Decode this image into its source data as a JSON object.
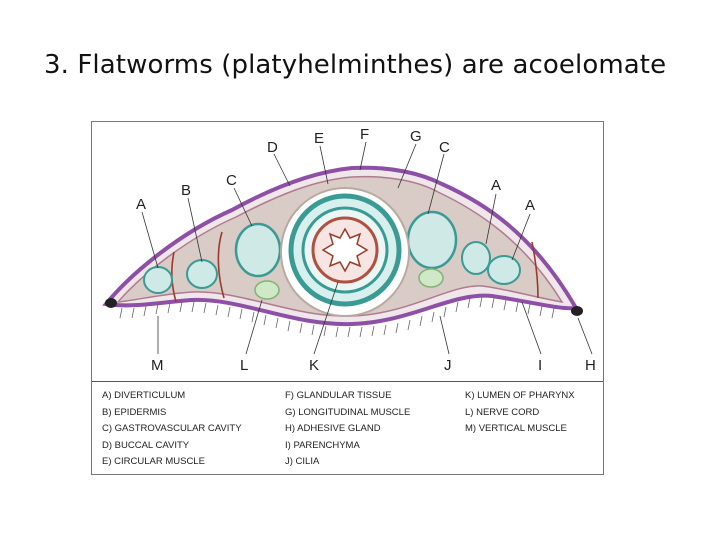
{
  "title": "3.  Flatworms (platyhelminthes) are acoelomate",
  "diagram": {
    "top_labels": [
      {
        "id": "A1",
        "text": "A"
      },
      {
        "id": "B",
        "text": "B"
      },
      {
        "id": "C1",
        "text": "C"
      },
      {
        "id": "D",
        "text": "D"
      },
      {
        "id": "E",
        "text": "E"
      },
      {
        "id": "F",
        "text": "F"
      },
      {
        "id": "G",
        "text": "G"
      },
      {
        "id": "C2",
        "text": "C"
      },
      {
        "id": "A2",
        "text": "A"
      },
      {
        "id": "A3",
        "text": "A"
      }
    ],
    "bottom_labels": [
      {
        "id": "M",
        "text": "M"
      },
      {
        "id": "L",
        "text": "L"
      },
      {
        "id": "K",
        "text": "K"
      },
      {
        "id": "J",
        "text": "J"
      },
      {
        "id": "I",
        "text": "I"
      },
      {
        "id": "H",
        "text": "H"
      }
    ]
  },
  "legend": {
    "col1": [
      "A) DIVERTICULUM",
      "B) EPIDERMIS",
      "C) GASTROVASCULAR CAVITY",
      "D) BUCCAL CAVITY",
      "E) CIRCULAR MUSCLE"
    ],
    "col2": [
      "F) GLANDULAR TISSUE",
      "G) LONGITUDINAL MUSCLE",
      "H) ADHESIVE GLAND",
      "I) PARENCHYMA",
      "J) CILIA"
    ],
    "col3": [
      "K) LUMEN OF PHARYNX",
      "L) NERVE CORD",
      "M) VERTICAL MUSCLE"
    ]
  },
  "colors": {
    "epidermis": "#8e4fa6",
    "parenchyma": "#b9a9a0",
    "muscle": "#9c3a2a",
    "pharynx": "#3a9a94",
    "nerve_cord": "#a7d49a"
  }
}
